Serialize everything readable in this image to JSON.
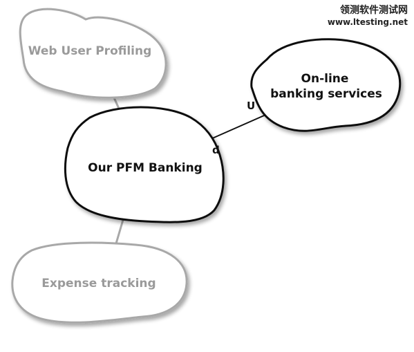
{
  "watermark": {
    "site_name": "领测软件测试网",
    "url": "www.ltesting.net"
  },
  "nodes": {
    "web_user_profiling": {
      "label": "Web User Profiling"
    },
    "online_banking": {
      "label_line1": "On-line",
      "label_line2": "banking services"
    },
    "pfm_banking": {
      "label": "Our PFM Banking"
    },
    "expense_tracking": {
      "label": "Expense tracking"
    }
  },
  "edges": {
    "pfm_to_online": {
      "upstream_marker": "U",
      "downstream_marker": "d"
    }
  },
  "colors": {
    "main_stroke": "#111111",
    "faded_stroke": "#a8a8a8",
    "faded_text": "#9a9a9a",
    "shadow": "#bdbdbd"
  }
}
